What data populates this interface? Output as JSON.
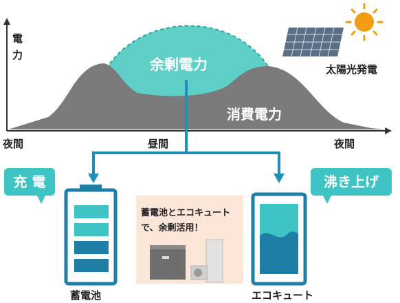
{
  "chart": {
    "y_axis_label": "電\n力",
    "x_labels": {
      "night_left": "夜間",
      "noon": "昼間",
      "night_right": "夜間"
    },
    "surplus_label": "余剰電力",
    "consumption_label": "消費電力",
    "solar_label": "太陽光発電"
  },
  "bubbles": {
    "charge": "充 電",
    "boil": "沸き上げ"
  },
  "promo": {
    "line1": "蓄電池とエコキュート",
    "line2": "で、余剰活用！"
  },
  "devices": {
    "battery_label": "蓄電池",
    "ecocute_label": "エコキュート"
  },
  "colors": {
    "teal": "#3ec4c4",
    "dark_blue": "#1f7ea6",
    "flow_blue": "#1f8fb8",
    "gray": "#7b7b7b",
    "sun": "#f39c12"
  }
}
